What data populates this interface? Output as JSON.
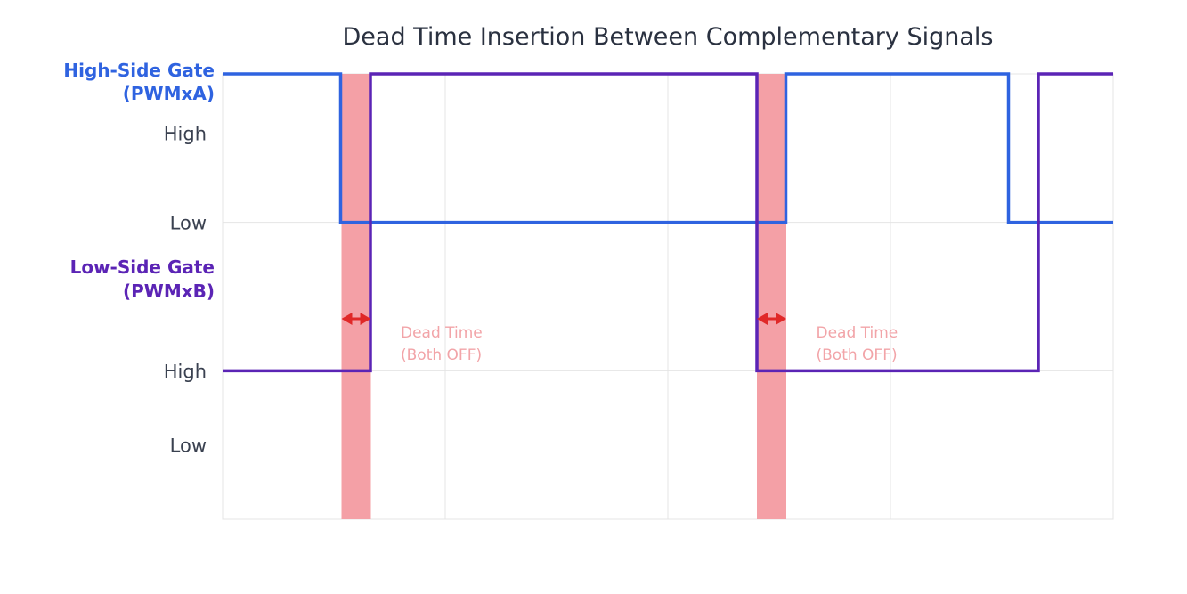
{
  "chart_data": {
    "type": "line",
    "title": "Dead Time Insertion Between Complementary Signals",
    "xlabel": "",
    "ylabel": "",
    "xlim": [
      0,
      200
    ],
    "ylim": [
      0,
      3
    ],
    "grid": true,
    "x_grid_values": [
      0,
      50,
      100,
      150,
      200
    ],
    "y_grid_values": [
      1,
      2
    ],
    "series": [
      {
        "name": "High-Side Gate (PWMxA)",
        "color": "#2f63e0",
        "x": [
          0,
          26.5,
          26.5,
          126.5,
          126.5,
          176.5,
          176.5,
          200
        ],
        "y": [
          3,
          3,
          2,
          2,
          3,
          3,
          2,
          2
        ]
      },
      {
        "name": "Low-Side Gate (PWMxB)",
        "color": "#5b24b5",
        "x": [
          0,
          33.2,
          33.2,
          120,
          120,
          183.2,
          183.2,
          200
        ],
        "y": [
          1,
          1,
          3,
          3,
          1,
          1,
          3,
          3
        ]
      }
    ],
    "y_axis_labels": [
      {
        "name": "High-Side Gate",
        "sub": "(PWMxA)",
        "color": "#2f63e0"
      },
      {
        "name": "Low-Side Gate",
        "sub": "(PWMxB)",
        "color": "#5b24b5"
      }
    ],
    "tick_labels": [
      {
        "text": "High",
        "y": 2.6
      },
      {
        "text": "Low",
        "y": 2.0
      },
      {
        "text": "High",
        "y": 1.0
      },
      {
        "text": "Low",
        "y": 0.5
      }
    ],
    "dead_time_bands": [
      {
        "x0": 26.7,
        "x1": 33.3,
        "color": "#f4a0a6"
      },
      {
        "x0": 120.0,
        "x1": 126.6,
        "color": "#f4a0a6"
      }
    ],
    "dead_time_arrows": [
      {
        "x0": 26.7,
        "x1": 33.3,
        "y": 1.35,
        "color": "#e02828"
      },
      {
        "x0": 120.0,
        "x1": 126.6,
        "y": 1.35,
        "color": "#e02828"
      }
    ],
    "annotations": [
      {
        "line1": "Dead Time",
        "line2": "(Both OFF)",
        "x": 40,
        "y": 1.2
      },
      {
        "line1": "Dead Time",
        "line2": "(Both OFF)",
        "x": 133.3,
        "y": 1.2
      }
    ]
  }
}
